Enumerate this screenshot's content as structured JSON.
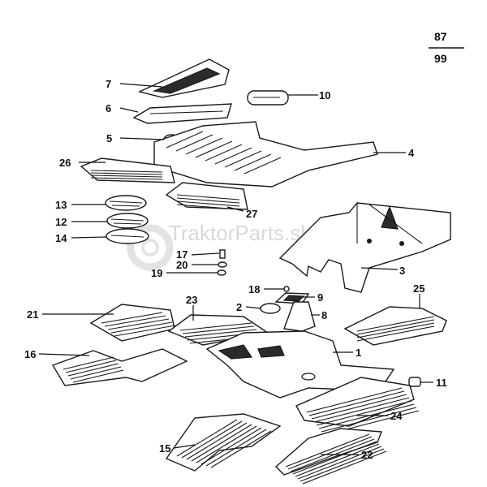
{
  "page": {
    "number": "87",
    "total": "99"
  },
  "watermark": {
    "text": "TraktorParts.sk",
    "color": "#d9d9d9"
  },
  "line_color": "#1a1a1a",
  "callouts": {
    "c1": "1",
    "c2": "2",
    "c3": "3",
    "c4": "4",
    "c5": "5",
    "c6": "6",
    "c7": "7",
    "c8": "8",
    "c9": "9",
    "c10": "10",
    "c11": "11",
    "c12": "12",
    "c13": "13",
    "c14": "14",
    "c15": "15",
    "c16": "16",
    "c17": "17",
    "c18": "18",
    "c19": "19",
    "c20": "20",
    "c21": "21",
    "c22": "22",
    "c23": "23",
    "c24": "24",
    "c25": "25",
    "c26": "26",
    "c27": "27"
  }
}
